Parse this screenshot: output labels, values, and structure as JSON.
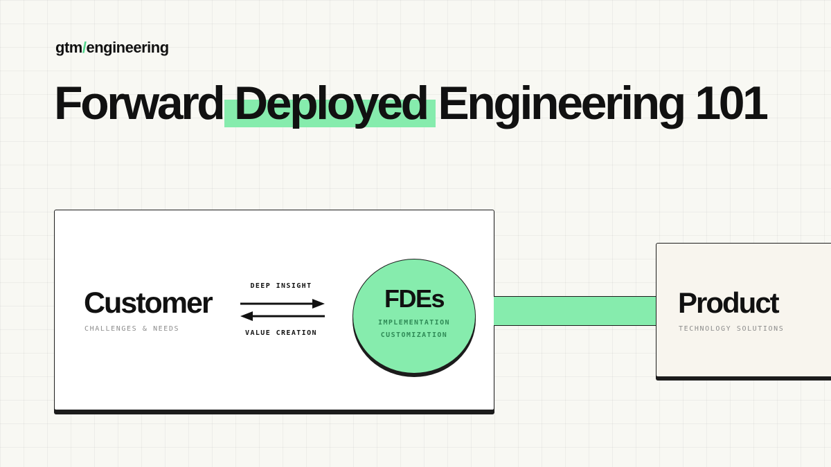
{
  "logo": {
    "left": "gtm",
    "slash": "/",
    "right": "engineering"
  },
  "headline": {
    "part1": "Forward",
    "highlight": "Deployed",
    "part2": "Engineering 101"
  },
  "customer": {
    "title": "Customer",
    "subtitle": "CHALLENGES & NEEDS"
  },
  "flow": {
    "top_label": "DEEP INSIGHT",
    "bottom_label": "VALUE CREATION"
  },
  "fdes": {
    "title": "FDEs",
    "line1": "IMPLEMENTATION",
    "line2": "CUSTOMIZATION"
  },
  "product": {
    "title": "Product",
    "subtitle": "TECHNOLOGY SOLUTIONS"
  },
  "colors": {
    "accent_green": "#86ecad",
    "fde_text_green": "#2f8a56",
    "ink": "#111111",
    "background": "#f8f8f3",
    "product_fill": "#f8f5ee"
  },
  "icons": [
    "arrow-right-icon",
    "arrow-left-icon"
  ]
}
